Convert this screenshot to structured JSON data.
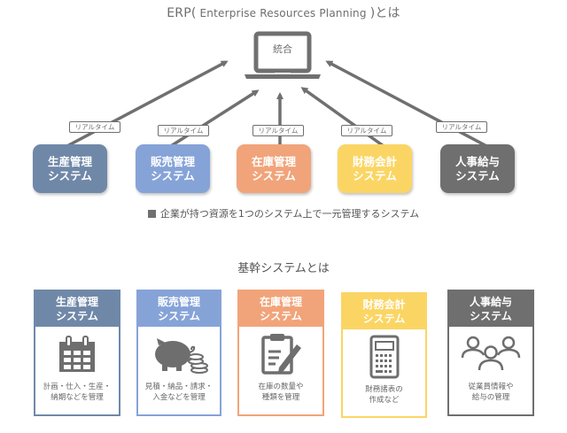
{
  "erp": {
    "title_prefix": "ERP(",
    "title_en": " Enterprise Resources Planning ",
    "title_suffix": ")とは",
    "center_label": "統合",
    "center_icon": "laptop-icon",
    "link_label": "リアルタイム",
    "systems": [
      {
        "line1": "生産管理",
        "line2": "システム",
        "color": "#7088a8"
      },
      {
        "line1": "販売管理",
        "line2": "システム",
        "color": "#86a3d8"
      },
      {
        "line1": "在庫管理",
        "line2": "システム",
        "color": "#f1a47a"
      },
      {
        "line1": "財務会計",
        "line2": "システム",
        "color": "#fbd564"
      },
      {
        "line1": "人事給与",
        "line2": "システム",
        "color": "#6f6f6f"
      }
    ],
    "caption": "企業が持つ資源を1つのシステム上で一元管理するシステム"
  },
  "core": {
    "title": "基幹システムとは",
    "cards": [
      {
        "line1": "生産管理",
        "line2": "システム",
        "icon": "calendar-icon",
        "desc1": "計画・仕入・生産・",
        "desc2": "納期などを管理",
        "color": "#7088a8"
      },
      {
        "line1": "販売管理",
        "line2": "システム",
        "icon": "piggy-bank-coins-icon",
        "desc1": "見積・納品・請求・",
        "desc2": "入金などを管理",
        "color": "#86a3d8"
      },
      {
        "line1": "在庫管理",
        "line2": "システム",
        "icon": "clipboard-pencil-icon",
        "desc1": "在庫の数量や",
        "desc2": "種類を管理",
        "color": "#f1a47a"
      },
      {
        "line1": "財務会計",
        "line2": "システム",
        "icon": "calculator-icon",
        "desc1": "財務諸表の",
        "desc2": "作成など",
        "color": "#fbd564"
      },
      {
        "line1": "人事給与",
        "line2": "システム",
        "icon": "people-icon",
        "desc1": "従業員情報や",
        "desc2": "給与の管理",
        "color": "#6f6f6f"
      }
    ]
  }
}
